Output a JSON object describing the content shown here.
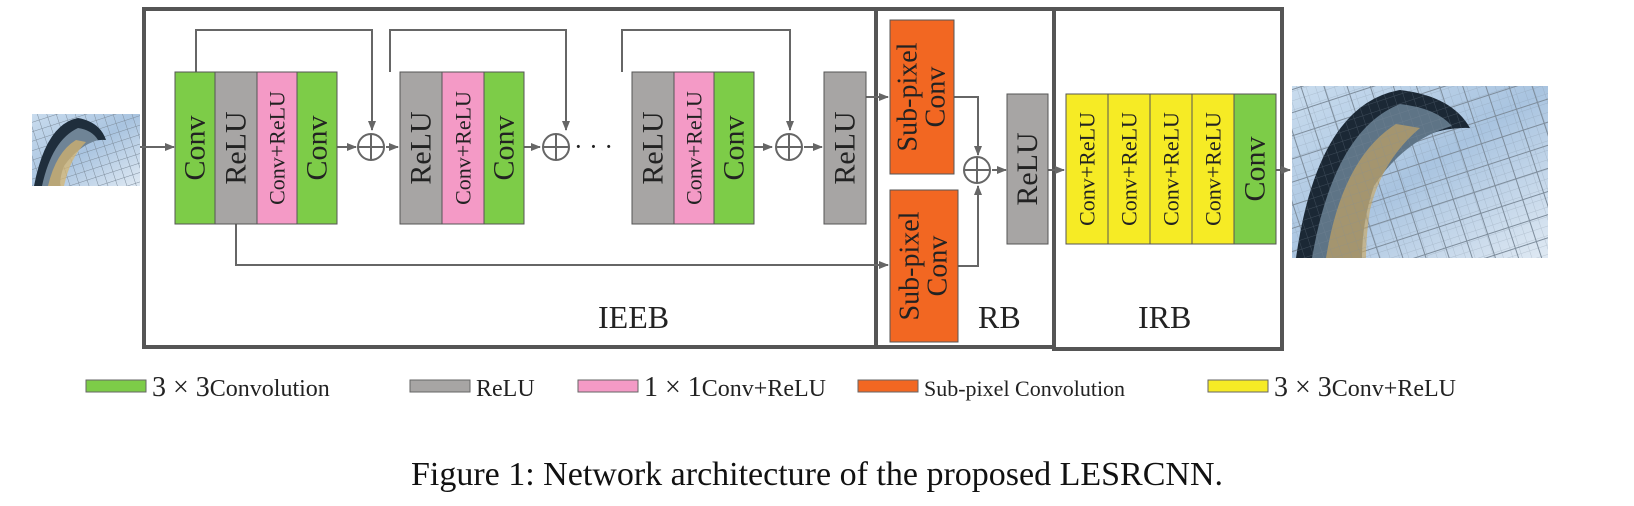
{
  "caption": "Figure 1: Network architecture of the proposed LESRCNN.",
  "colors": {
    "conv": "#7dcc48",
    "relu": "#a7a5a4",
    "conv1x1_relu": "#f49ac6",
    "subpixel": "#f26722",
    "conv3x3_relu": "#f6eb25",
    "frame": "#555555",
    "line": "#666666"
  },
  "blocks": {
    "ieeb": "IEEB",
    "rb": "RB",
    "irb": "IRB"
  },
  "layers": {
    "conv": "Conv",
    "relu": "ReLU",
    "conv_relu": "Conv+ReLU",
    "subpixel_line1": "Sub-pixel",
    "subpixel_line2": "Conv"
  },
  "dots": "· · ·",
  "legend": [
    {
      "color": "#7dcc48",
      "label_math": "3 × 3",
      "label_text": "Convolution"
    },
    {
      "color": "#a7a5a4",
      "label_math": "",
      "label_text": "ReLU"
    },
    {
      "color": "#f49ac6",
      "label_math": "1 × 1",
      "label_text": "Conv+ReLU"
    },
    {
      "color": "#f26722",
      "label_math": "",
      "label_text": "Sub-pixel Convolution"
    },
    {
      "color": "#f6eb25",
      "label_math": "3 × 3",
      "label_text": "Conv+ReLU"
    }
  ],
  "images": {
    "input": "low-resolution-input-image",
    "output": "super-resolved-output-image"
  }
}
